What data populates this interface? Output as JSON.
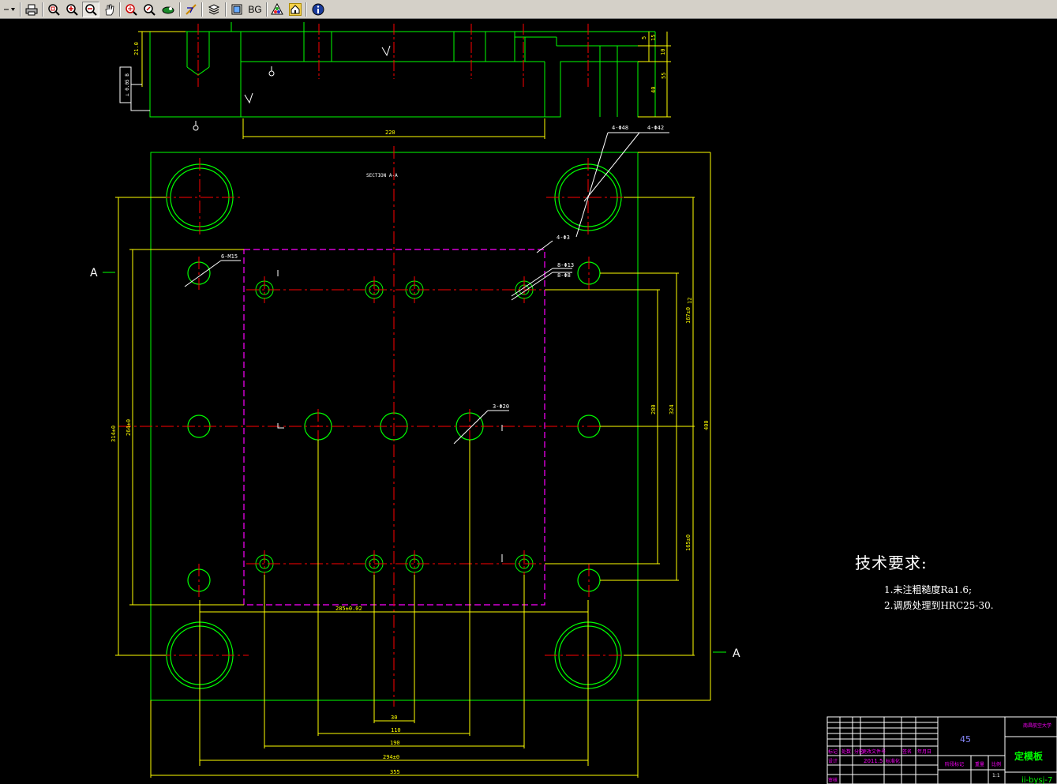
{
  "toolbar": {
    "bg_label": "BG"
  },
  "drawing": {
    "section_title": "SECTION A-A",
    "section_marker_left": "A",
    "section_marker_right": "A",
    "dims": {
      "d_21": "21.0",
      "d_220": "220",
      "d_5": "5",
      "d_15": "15",
      "d_10": "10",
      "d_40": "40",
      "d_55": "55",
      "d_4_phi_48": "4-Φ48",
      "d_4_phi_42": "4-Φ42",
      "d_4_phi_3": "4-Φ3",
      "d_6_m15": "6-M15",
      "d_8_phi_13": "8-Φ13",
      "d_8_phi_8": "8-Φ8",
      "d_3_phi_20": "3-Φ20",
      "d_314": "314±0",
      "d_264": "264±0",
      "d_285": "285±0.02",
      "d_30": "30",
      "d_110": "110",
      "d_190": "190",
      "d_294": "294±0",
      "d_355": "355",
      "d_400": "400",
      "d_280": "280",
      "d_324": "324",
      "d_167": "167±0",
      "d_165": "165±0",
      "d_12": "12"
    },
    "tolerance_frame": "⊥ 0.05 B"
  },
  "tech": {
    "title": "技术要求:",
    "line1": "1.未注粗糙度Ra1.6;",
    "line2": "2.调质处理到HRC25-30."
  },
  "titleblock": {
    "material": "45",
    "part_name": "定模板",
    "drawing_no": "ii-bysj-7",
    "school": "南昌航空大学",
    "row_labels": [
      "标记",
      "处数",
      "分区",
      "更改文件号",
      "签名",
      "年月日"
    ],
    "row2": [
      "设计",
      "",
      "2011.5",
      "标准化"
    ],
    "stage_labels": [
      "阶段标记",
      "重量",
      "比例"
    ],
    "scale": "1:1",
    "review": "审核"
  },
  "colors": {
    "canvas": "#000000",
    "outline": "#00ff00",
    "dimension": "#ffff00",
    "centerline": "#ff0000",
    "cavity": "#ff00ff",
    "text": "#ffffff",
    "titleblock_accent": "#ff00ff"
  },
  "icons": [
    "toolbar-dropdown-icon",
    "print-icon",
    "zoom-window-icon",
    "zoom-in-icon",
    "zoom-out-icon",
    "pan-icon",
    "zoom-extents-icon",
    "zoom-realtime-icon",
    "orbit-icon",
    "measure-icon",
    "layers-icon",
    "view-icon",
    "color-icon",
    "home-icon",
    "info-icon"
  ]
}
